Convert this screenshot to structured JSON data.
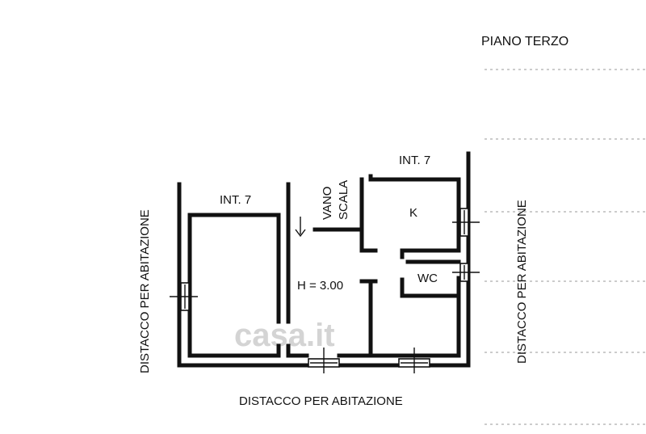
{
  "floor_title": "PIANO TERZO",
  "unit_labels": {
    "left": "INT. 7",
    "right": "INT. 7"
  },
  "stair_label": {
    "line1": "VANO",
    "line2": "SCALA"
  },
  "ceiling_height": "H = 3.00",
  "rooms": {
    "kitchen": "K",
    "bathroom": "WC"
  },
  "setbacks": {
    "left": "DISTACCO PER ABITAZIONE",
    "right": "DISTACCO PER ABITAZIONE",
    "bottom": "DISTACCO PER ABITAZIONE"
  },
  "watermark": "casa.it"
}
